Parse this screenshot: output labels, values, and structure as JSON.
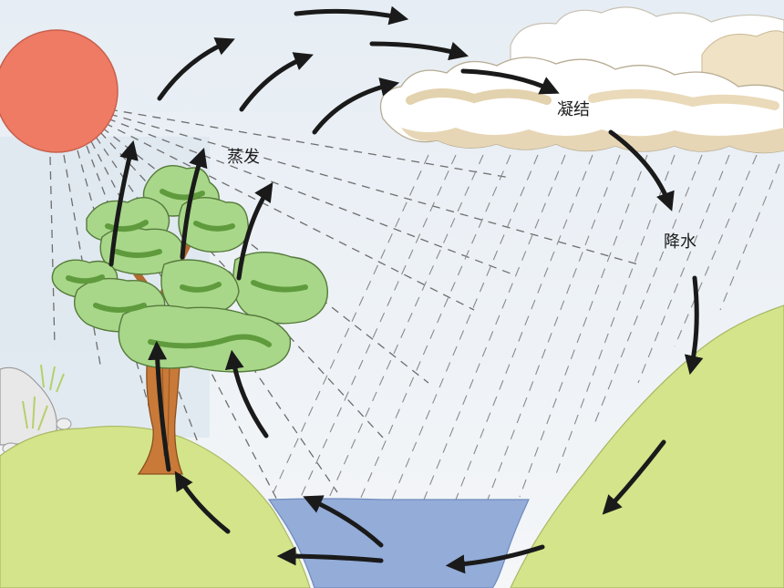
{
  "labels": {
    "evaporation": "蒸发",
    "condensation": "凝结",
    "precipitation": "降水"
  },
  "colors": {
    "sky": "#dfe8f1",
    "sun": "#ef7b64",
    "cloud_shadow": "#e7d6b5",
    "ground": "#d3e48a",
    "water": "#93acd8",
    "foliage": "#a8d789",
    "trunk": "#c97a38",
    "arrow": "#1a1a1a"
  }
}
